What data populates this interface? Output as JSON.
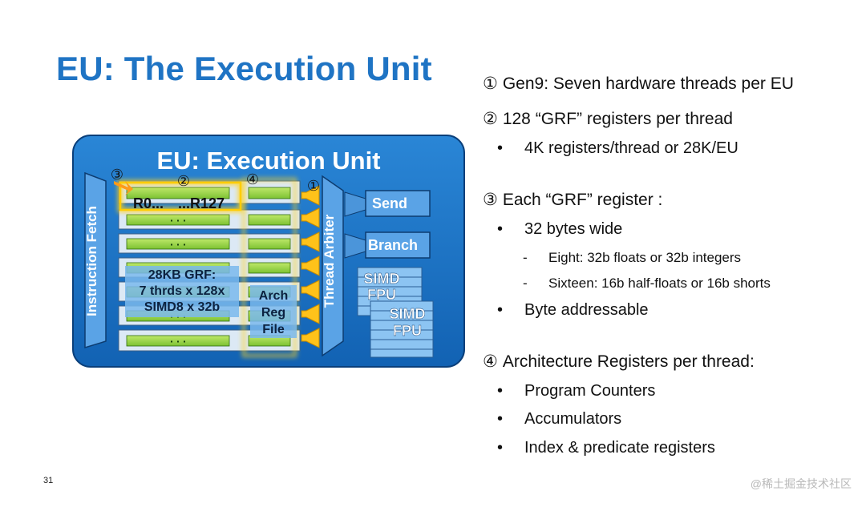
{
  "slide": {
    "title": "EU: The Execution Unit",
    "page_number": "31",
    "watermark": "@稀土掘金技术社区"
  },
  "diagram": {
    "heading": "EU: Execution Unit",
    "instruction_fetch": "Instruction Fetch",
    "thread_arbiter": "Thread Arbiter",
    "row_label_left": "R0...",
    "row_label_right": "...R127",
    "grf_lines": [
      "28KB GRF:",
      "7 thrds x 128x",
      "SIMD8 x 32b"
    ],
    "arch_lines": [
      "Arch",
      "Reg",
      "File"
    ],
    "send": "Send",
    "branch": "Branch",
    "simd1": [
      "SIMD",
      "FPU"
    ],
    "simd2": [
      "SIMD",
      "FPU"
    ],
    "dots": "· · ·",
    "markers": [
      "③",
      "②",
      "④",
      "①"
    ]
  },
  "points": {
    "p1": {
      "num": "①",
      "text": "Gen9: Seven hardware threads per EU"
    },
    "p2": {
      "num": "②",
      "text": "128 “GRF” registers per thread",
      "bullets": [
        "4K registers/thread or 28K/EU"
      ]
    },
    "p3": {
      "num": "③",
      "text": "Each “GRF” register :",
      "bullet1": "32 bytes wide",
      "sub": [
        "Eight: 32b floats or 32b integers",
        "Sixteen: 16b half-floats or 16b shorts"
      ],
      "bullet2": "Byte addressable"
    },
    "p4": {
      "num": "④",
      "text": "Architecture Registers per thread:",
      "bullets": [
        "Program Counters",
        "Accumulators",
        "Index & predicate registers"
      ]
    },
    "bullet_char": "•",
    "dash_char": "-"
  }
}
